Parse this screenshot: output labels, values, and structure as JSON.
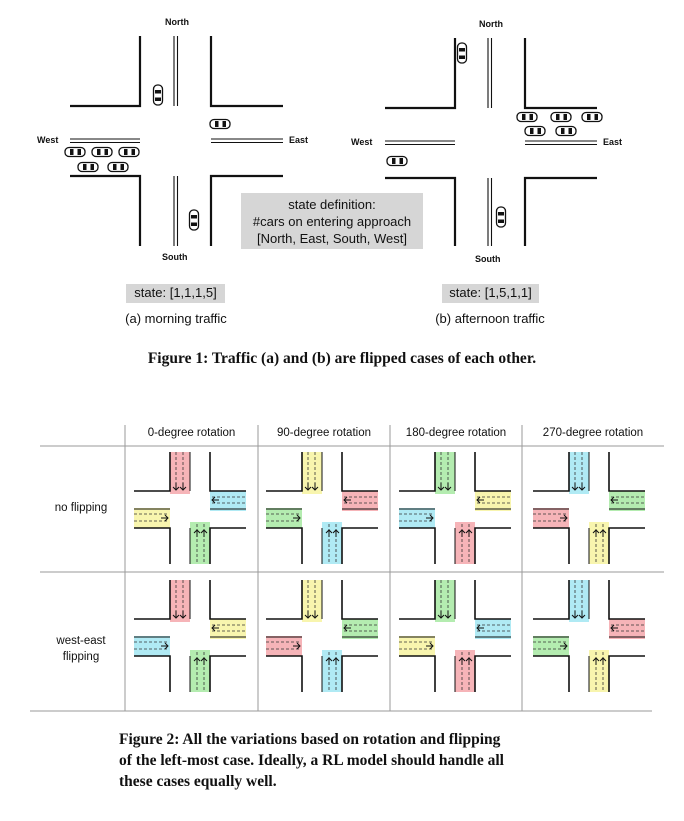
{
  "figure1": {
    "left": {
      "labels": {
        "north": "North",
        "south": "South",
        "east": "East",
        "west": "West"
      },
      "state": "state: [1,1,1,5]",
      "subcaption": "(a) morning traffic"
    },
    "right": {
      "labels": {
        "north": "North",
        "south": "South",
        "east": "East",
        "west": "West"
      },
      "state": "state: [1,5,1,1]",
      "subcaption": "(b) afternoon traffic"
    },
    "definition": {
      "line1": "state definition:",
      "line2": "#cars on entering approach",
      "line3": "[North, East, South, West]"
    },
    "caption": "Figure 1: Traffic (a) and (b) are flipped cases of each other."
  },
  "figure2": {
    "column_headers": [
      "0-degree rotation",
      "90-degree rotation",
      "180-degree rotation",
      "270-degree rotation"
    ],
    "row_labels": [
      {
        "line1": "no flipping",
        "line2": ""
      },
      {
        "line1": "west-east",
        "line2": "flipping"
      }
    ],
    "colors": {
      "red": "#f6b4b8",
      "yellow": "#f8f5ae",
      "cyan": "#b0eaf4",
      "green": "#b4ecb0"
    },
    "grid_colors": [
      [
        {
          "n": "red",
          "e": "cyan",
          "s": "green",
          "w": "yellow"
        },
        {
          "n": "yellow",
          "e": "red",
          "s": "cyan",
          "w": "green"
        },
        {
          "n": "green",
          "e": "yellow",
          "s": "red",
          "w": "cyan"
        },
        {
          "n": "cyan",
          "e": "green",
          "s": "yellow",
          "w": "red"
        }
      ],
      [
        {
          "n": "red",
          "e": "yellow",
          "s": "green",
          "w": "cyan"
        },
        {
          "n": "yellow",
          "e": "green",
          "s": "cyan",
          "w": "red"
        },
        {
          "n": "green",
          "e": "cyan",
          "s": "red",
          "w": "yellow"
        },
        {
          "n": "cyan",
          "e": "red",
          "s": "yellow",
          "w": "green"
        }
      ]
    ],
    "caption_lines": [
      "Figure 2: All the variations based on rotation and flipping",
      "of the left-most case. Ideally, a RL model should handle all",
      "these cases equally well."
    ]
  }
}
